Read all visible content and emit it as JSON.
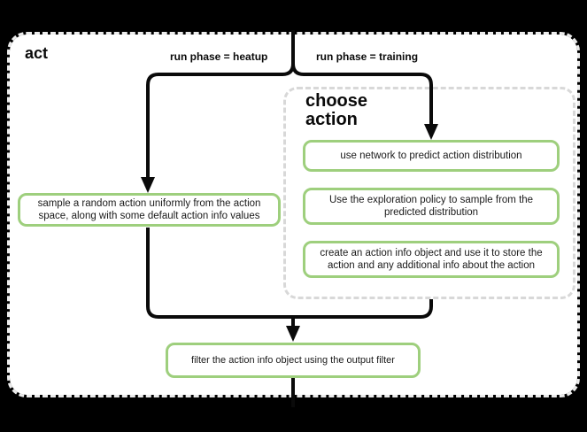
{
  "diagram": {
    "act_label": "act",
    "edges": {
      "heatup_label": "run phase = heatup",
      "training_label": "run phase = training"
    },
    "group": {
      "label": "choose action"
    },
    "nodes": {
      "sample_random": "sample a random action uniformly from the action space, along with some default action info values",
      "predict_distribution": "use network to predict action distribution",
      "exploration_sample": "Use the exploration policy to sample from the predicted distribution",
      "create_action_info": "create an action info object and use it to store the action and any additional info about the action",
      "filter_output": "filter the action info object using the output filter"
    },
    "colors": {
      "page_background": "#000000",
      "canvas_background": "#ffffff",
      "node_border": "#9ecf7d",
      "connector": "#0a0a0a",
      "canvas_dash_border": "#ececec",
      "group_dash_border": "#d8d8d8"
    }
  }
}
